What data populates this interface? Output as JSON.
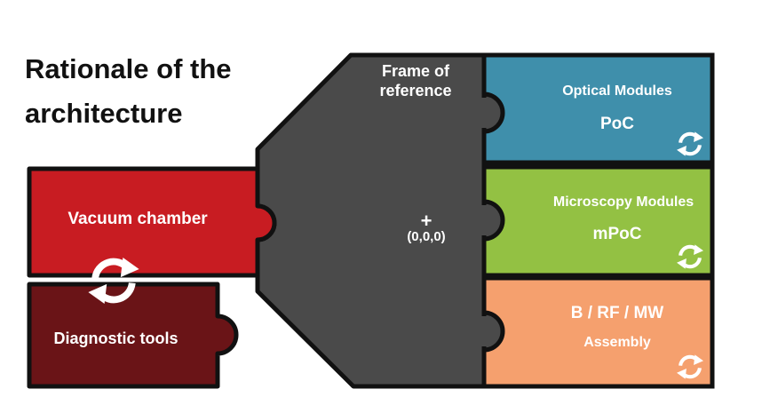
{
  "title": {
    "line1": "Rationale of the",
    "line2": "architecture"
  },
  "frame": {
    "label_line1": "Frame of",
    "label_line2": "reference",
    "origin_marker": "+",
    "origin_label": "(0,0,0)"
  },
  "left_pieces": {
    "vacuum": {
      "label": "Vacuum chamber"
    },
    "diagnostic": {
      "label": "Diagnostic tools"
    }
  },
  "modules": [
    {
      "name": "Optical Modules",
      "sub": "PoC"
    },
    {
      "name": "Microscopy Modules",
      "sub": "mPoC"
    },
    {
      "name": "B / RF / MW",
      "sub": "Assembly"
    }
  ],
  "icons": {
    "swap": "cycle-arrows-icon"
  },
  "colors": {
    "frame": "#4a4a4a",
    "vacuum": "#c81c22",
    "diagnostic": "#6a1417",
    "optical": "#3f8fab",
    "microscopy": "#93c143",
    "bwave": "#f5a06e",
    "outline": "#111111"
  }
}
